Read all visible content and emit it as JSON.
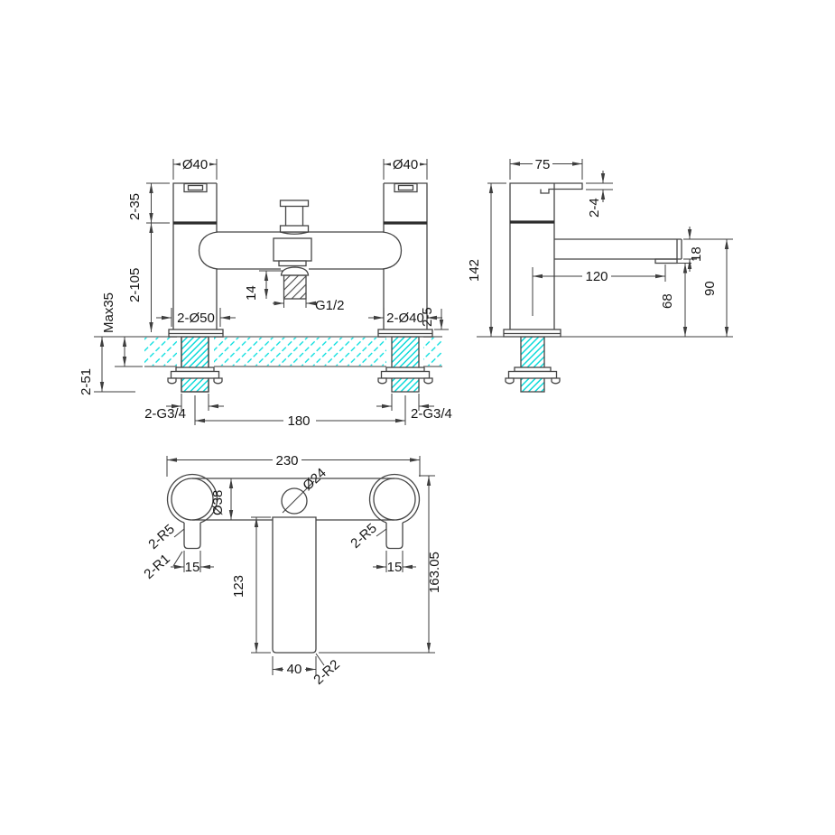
{
  "drawing": {
    "background": "#ffffff",
    "line_color": "#454545",
    "hatch_color": "#00dede",
    "wall_line_color": "#8f8f8f",
    "views": {
      "front": {
        "name": "front-elevation",
        "dims": {
          "handle_dia_left": "Ø40",
          "handle_dia_right": "Ø40",
          "handle_height": "2-35",
          "body_height": "2-105",
          "max_deck_thickness": "Max35",
          "shank_length": "2-51",
          "flange_dia_left": "2-Ø50",
          "flange_dia_right": "2-Ø40",
          "flange_thickness": "2-5",
          "thread_length": "14",
          "outlet_thread": "G1/2",
          "inlet_thread_left": "2-G3/4",
          "inlet_thread_right": "2-G3/4",
          "hole_centres": "180"
        }
      },
      "side": {
        "name": "side-elevation",
        "dims": {
          "body_depth": "75",
          "lever_thickness": "2-4",
          "overall_height": "142",
          "spout_reach": "120",
          "spout_thickness": "18",
          "outlet_clearance": "68",
          "spout_height": "90"
        }
      },
      "plan": {
        "name": "plan",
        "dims": {
          "overall_width": "230",
          "diverter_dia": "Ø24",
          "handle_dia": "Ø38",
          "handle_radius_left": "2-R5",
          "handle_radius_right": "2-R5",
          "lever_tip_radius": "2-R1",
          "lever_width_left": "15",
          "lever_width_right": "15",
          "spout_body_length": "123",
          "overall_depth": "163.05",
          "spout_width": "40",
          "spout_corner_radius": "2-R2"
        }
      }
    }
  }
}
